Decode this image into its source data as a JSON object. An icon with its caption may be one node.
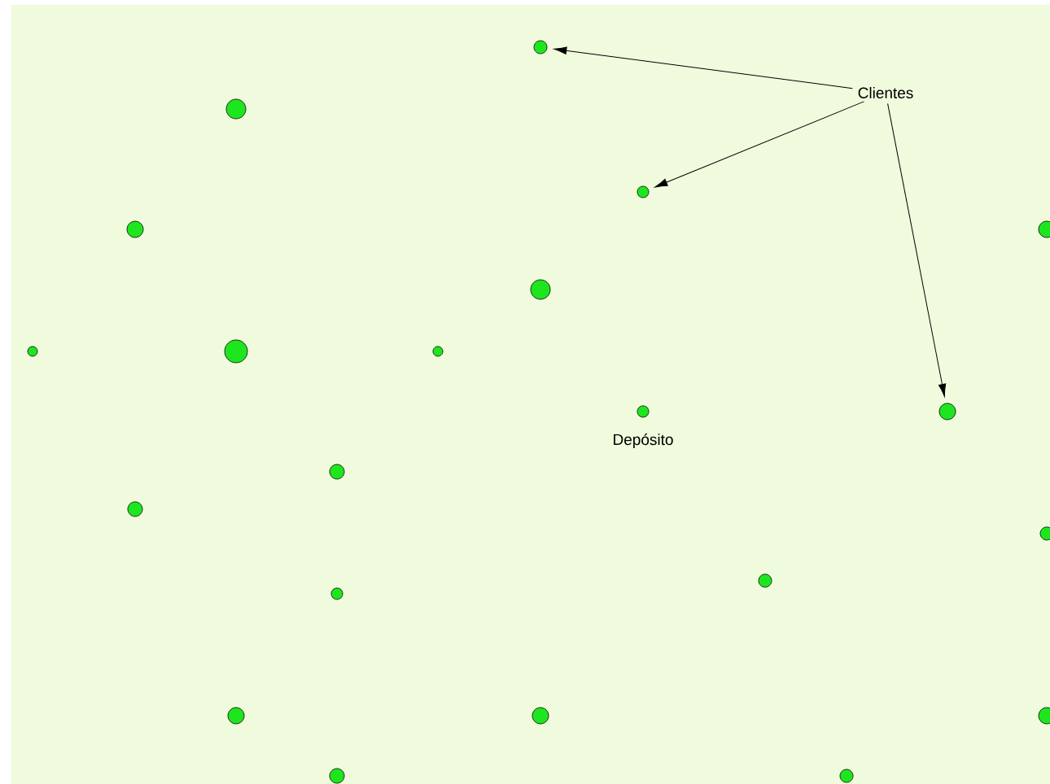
{
  "diagram": {
    "nodes": [
      {
        "text": [],
        "shape": "circle"
      },
      {
        "text": [
          "Clientes"
        ]
      },
      {
        "text": [],
        "shape": "circle"
      },
      {
        "text": [],
        "shape": "circle"
      },
      {
        "text": [],
        "shape": "circle"
      },
      {
        "text": [],
        "shape": "circle"
      },
      {
        "text": [],
        "shape": "circle"
      },
      {
        "text": [],
        "shape": "circle"
      },
      {
        "text": [],
        "shape": "circle"
      },
      {
        "text": [],
        "shape": "circle"
      },
      {
        "text": [],
        "shape": "circle",
        "beside": [
          "Depósito"
        ]
      },
      {
        "text": [],
        "shape": "circle"
      },
      {
        "text": [],
        "shape": "circle"
      },
      {
        "text": [],
        "shape": "circle"
      },
      {
        "text": [],
        "shape": "circle"
      },
      {
        "text": [],
        "shape": "circle"
      },
      {
        "text": [],
        "shape": "circle"
      },
      {
        "text": [],
        "shape": "circle"
      },
      {
        "text": [],
        "shape": "circle"
      },
      {
        "text": [],
        "shape": "circle"
      },
      {
        "text": [],
        "shape": "circle"
      },
      {
        "text": [],
        "shape": "circle"
      }
    ],
    "edges": [
      {
        "from": 1,
        "to": 0,
        "arrow": "to"
      },
      {
        "from": 1,
        "to": 3,
        "arrow": "to"
      },
      {
        "from": 1,
        "to": 11,
        "arrow": "to"
      }
    ]
  }
}
